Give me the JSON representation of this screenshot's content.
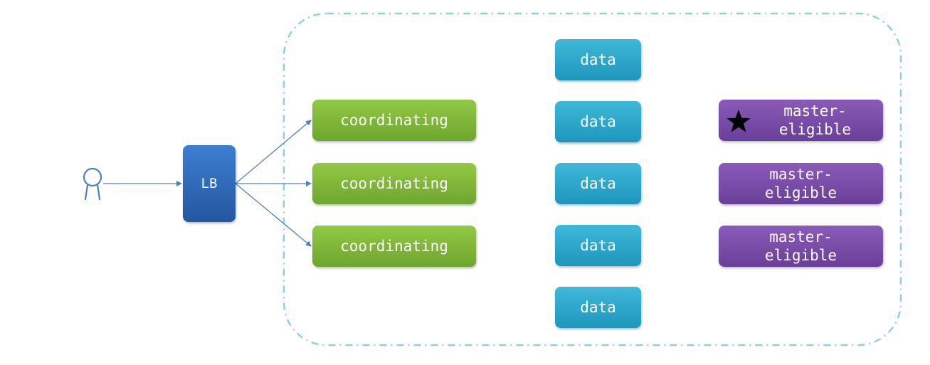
{
  "lb": {
    "label": "LB"
  },
  "coordinating_nodes": [
    {
      "label": "coordinating"
    },
    {
      "label": "coordinating"
    },
    {
      "label": "coordinating"
    }
  ],
  "data_nodes": [
    {
      "label": "data"
    },
    {
      "label": "data"
    },
    {
      "label": "data"
    },
    {
      "label": "data"
    },
    {
      "label": "data"
    }
  ],
  "master_nodes": [
    {
      "line1": "master-",
      "line2": "eligible",
      "elected_icon": "star-icon"
    },
    {
      "line1": "master-",
      "line2": "eligible"
    },
    {
      "line1": "master-",
      "line2": "eligible"
    }
  ],
  "colors": {
    "lb": "#2e67b8",
    "coordinating": "#82b83a",
    "data": "#2aa7cf",
    "master": "#7b4fab",
    "cluster_border": "#8fcfe0",
    "arrow": "#4f7fc0"
  }
}
